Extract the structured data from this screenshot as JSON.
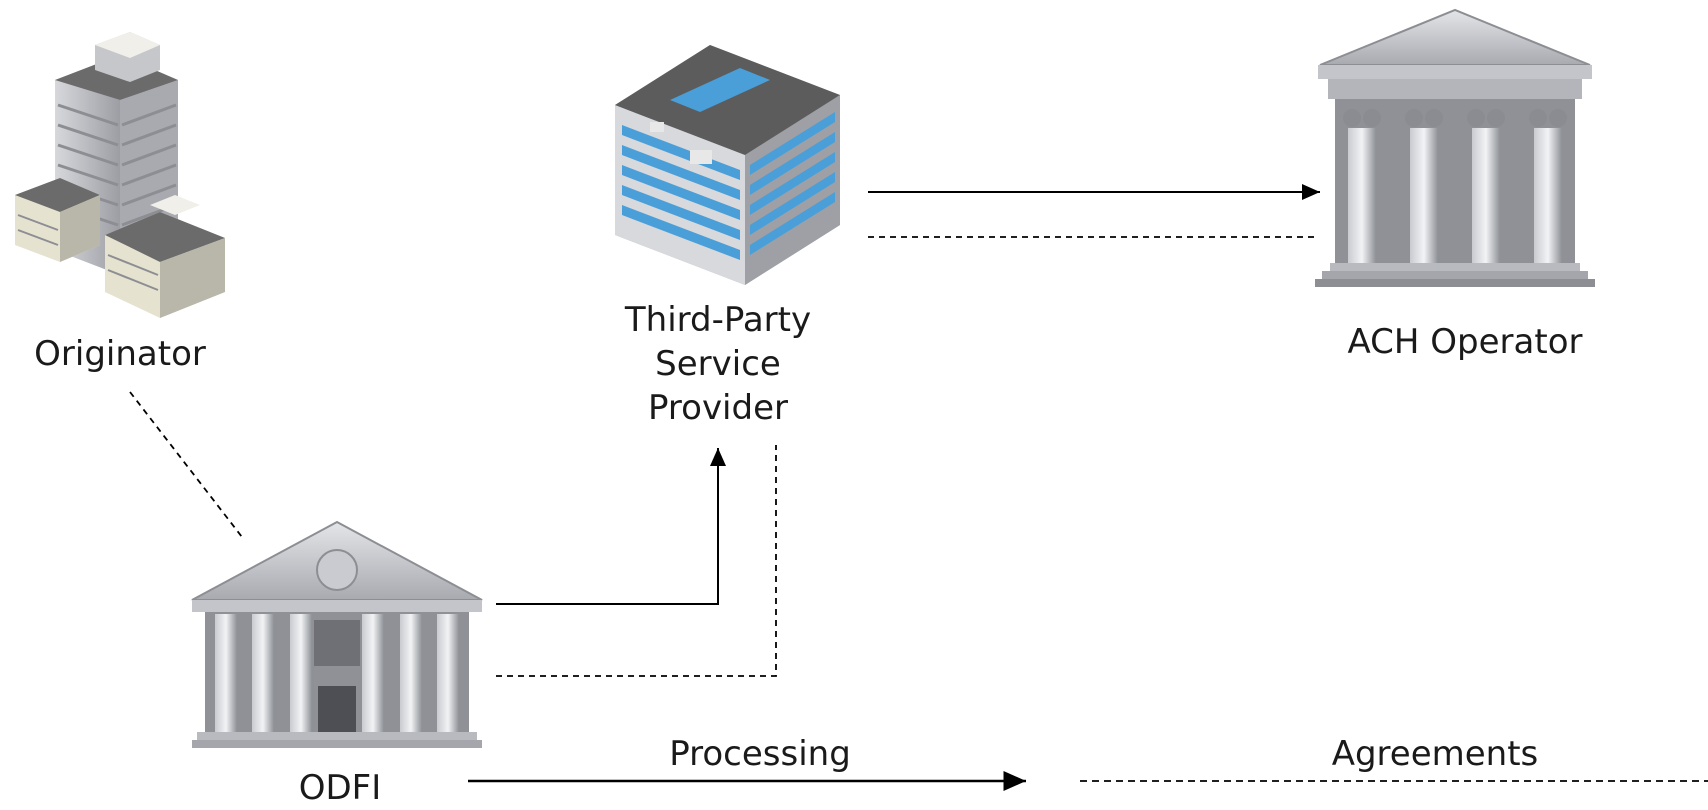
{
  "nodes": {
    "originator": {
      "label": "Originator",
      "icon": "office-tower-icon"
    },
    "tpsp": {
      "label_lines": [
        "Third-Party",
        "Service",
        "Provider"
      ],
      "icon": "office-building-icon"
    },
    "ach_operator": {
      "label": "ACH Operator",
      "icon": "bank-building-icon"
    },
    "odfi": {
      "label": "ODFI",
      "icon": "bank-building-icon"
    }
  },
  "legend": {
    "processing": {
      "label": "Processing",
      "line_style": "solid-arrow"
    },
    "agreements": {
      "label": "Agreements",
      "line_style": "dashed"
    }
  },
  "colors": {
    "line": "#000000",
    "building_gray": "#9a9ca3",
    "window_blue": "#4a9fd8",
    "roof": "#5a5a5a"
  }
}
